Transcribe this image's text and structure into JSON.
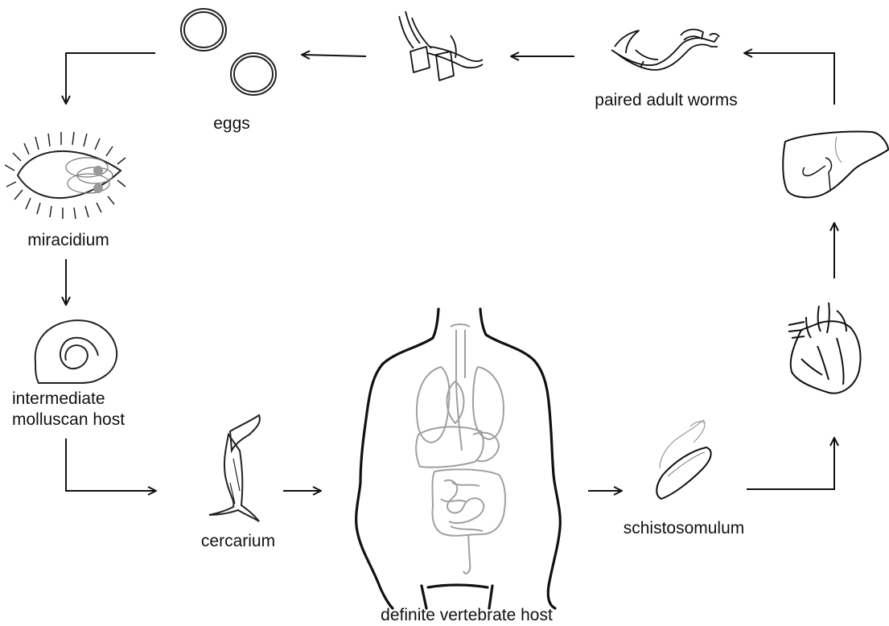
{
  "diagram": {
    "stages": [
      {
        "id": "eggs",
        "label": "eggs",
        "icon": "eggs-icon"
      },
      {
        "id": "miracidium",
        "label": "miracidium",
        "icon": "miracidium-icon"
      },
      {
        "id": "mollusc",
        "label_lines": [
          "intermediate",
          "molluscan host"
        ],
        "icon": "snail-icon"
      },
      {
        "id": "cercarium",
        "label": "cercarium",
        "icon": "cercarium-icon"
      },
      {
        "id": "host",
        "label": "definite vertebrate host",
        "icon": "human-torso-icon"
      },
      {
        "id": "schistosomulum",
        "label": "schistosomulum",
        "icon": "schistosomulum-icon"
      },
      {
        "id": "heart",
        "icon": "heart-icon"
      },
      {
        "id": "liver",
        "icon": "liver-icon"
      },
      {
        "id": "adults",
        "label": "paired adult worms",
        "icon": "paired-worms-icon"
      },
      {
        "id": "veins",
        "icon": "blood-vessel-icon"
      }
    ],
    "line_color": "#111111",
    "organ_color": "#9a9a9a"
  }
}
